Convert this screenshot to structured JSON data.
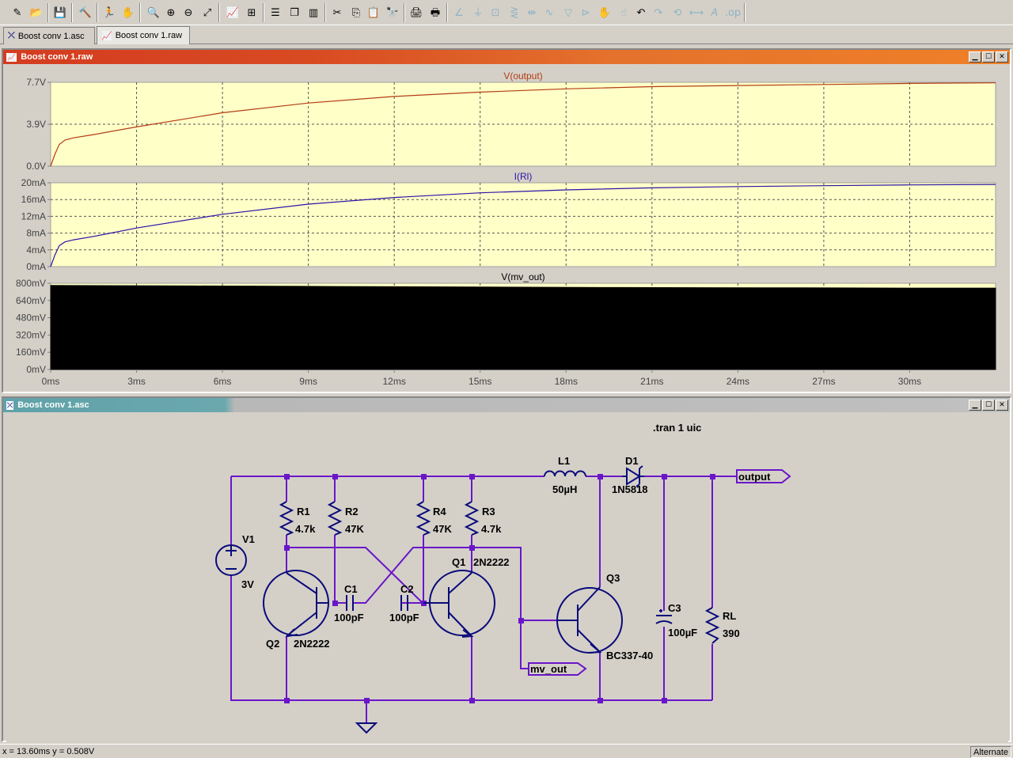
{
  "toolbar": {
    "icons": [
      "new-schematic",
      "open",
      "save",
      "control-panel",
      "run",
      "halt",
      "zoom-in",
      "zoom-pan",
      "zoom-out",
      "zoom-fit",
      "autorange",
      "plot-settings",
      "tile-horizontal",
      "cascade",
      "tile-vertical",
      "cut",
      "copy",
      "paste",
      "find",
      "print-setup",
      "print",
      "wire",
      "ground",
      "label-net",
      "resistor",
      "capacitor",
      "inductor",
      "diode",
      "component",
      "move",
      "drag",
      "undo",
      "redo",
      "rotate",
      "mirror",
      "text",
      "spice-directive"
    ]
  },
  "tabs": [
    {
      "label": "Boost conv 1.asc",
      "icon": "schematic-icon"
    },
    {
      "label": "Boost conv 1.raw",
      "icon": "waveform-icon"
    }
  ],
  "waveform_window": {
    "title": "Boost conv 1.raw"
  },
  "schematic_window": {
    "title": "Boost conv 1.asc"
  },
  "colors": {
    "waveform_bg": "#ffffc8",
    "trace_voltage": "#b43c14",
    "trace_current": "#2a13a8",
    "wire": "#6a16c8",
    "component": "#0a0a7a"
  },
  "chart_data": [
    {
      "type": "line",
      "title": "V(output)",
      "series": [
        {
          "name": "V(output)",
          "x": [
            0,
            0.15,
            0.3,
            0.5,
            0.8,
            1.5,
            3,
            6,
            9,
            12,
            15,
            18,
            21,
            24,
            27,
            30,
            33
          ],
          "values": [
            0,
            1.1,
            2.0,
            2.4,
            2.6,
            2.9,
            3.6,
            4.9,
            5.8,
            6.4,
            6.8,
            7.1,
            7.3,
            7.4,
            7.5,
            7.6,
            7.65
          ]
        }
      ],
      "yticks": [
        "7.7V",
        "3.9V",
        "0.0V"
      ],
      "ylim": [
        0,
        7.7
      ],
      "xlim": [
        0,
        33
      ],
      "grid": true
    },
    {
      "type": "line",
      "title": "I(Rl)",
      "series": [
        {
          "name": "I(Rl)",
          "x": [
            0,
            0.15,
            0.3,
            0.5,
            0.8,
            1.5,
            3,
            6,
            9,
            12,
            15,
            18,
            21,
            24,
            27,
            30,
            33
          ],
          "values": [
            0,
            2.8,
            5.0,
            5.9,
            6.4,
            7.2,
            9.2,
            12.5,
            14.9,
            16.5,
            17.6,
            18.3,
            18.8,
            19.1,
            19.3,
            19.5,
            19.6
          ]
        }
      ],
      "yticks": [
        "20mA",
        "16mA",
        "12mA",
        "8mA",
        "4mA",
        "0mA"
      ],
      "ylim": [
        0,
        20
      ],
      "xlim": [
        0,
        33
      ],
      "grid": true
    },
    {
      "type": "area",
      "title": "V(mv_out)",
      "series": [
        {
          "name": "V(mv_out)",
          "x": [
            0,
            5,
            10,
            15,
            20,
            25,
            30,
            33
          ],
          "values": [
            780,
            775,
            770,
            765,
            760,
            758,
            755,
            755
          ]
        }
      ],
      "yticks": [
        "800mV",
        "640mV",
        "480mV",
        "320mV",
        "160mV",
        "0mV"
      ],
      "ylim": [
        0,
        800
      ],
      "xlim": [
        0,
        33
      ],
      "xticks": [
        "0ms",
        "3ms",
        "6ms",
        "9ms",
        "12ms",
        "15ms",
        "18ms",
        "21ms",
        "24ms",
        "27ms",
        "30ms"
      ],
      "grid": true
    }
  ],
  "schematic": {
    "directive": ".tran 1 uic",
    "components": [
      {
        "ref": "L1",
        "value": "50µH"
      },
      {
        "ref": "D1",
        "value": "1N5818"
      },
      {
        "ref": "R1",
        "value": "4.7k"
      },
      {
        "ref": "R2",
        "value": "47K"
      },
      {
        "ref": "R4",
        "value": "47K"
      },
      {
        "ref": "R3",
        "value": "4.7k"
      },
      {
        "ref": "V1",
        "value": "3V"
      },
      {
        "ref": "Q1",
        "value": "2N2222"
      },
      {
        "ref": "Q2",
        "value": "2N2222"
      },
      {
        "ref": "C1",
        "value": "100pF"
      },
      {
        "ref": "C2",
        "value": "100pF"
      },
      {
        "ref": "Q3",
        "value": "BC337-40"
      },
      {
        "ref": "C3",
        "value": "100µF"
      },
      {
        "ref": "RL",
        "value": "390"
      }
    ],
    "net_labels": [
      "output",
      "mv_out"
    ]
  },
  "status": {
    "coords": "x = 13.60ms    y = 0.508V",
    "mode": "Alternate"
  }
}
